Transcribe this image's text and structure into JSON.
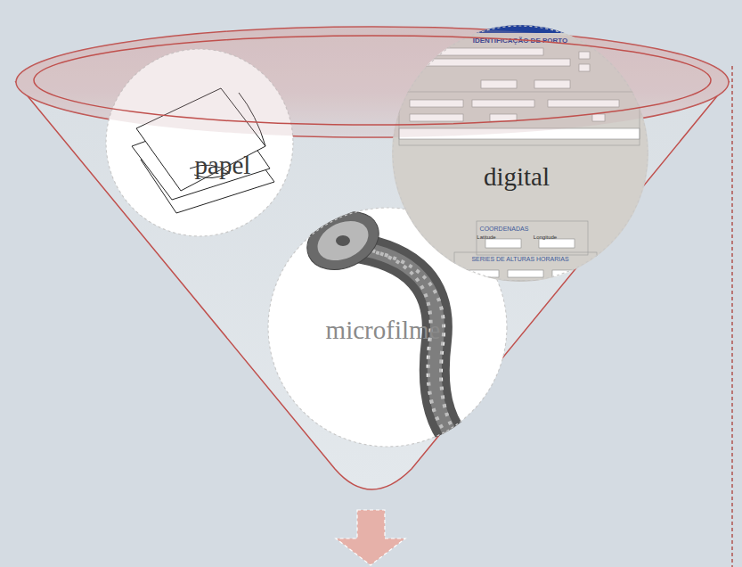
{
  "diagram": {
    "nodes": [
      {
        "text": [
          "papel"
        ]
      },
      {
        "text": [
          "digital"
        ]
      },
      {
        "text": [
          "microfilme"
        ]
      }
    ],
    "labels": [
      "IDENTIFICAÇÃO DE PORTO",
      "COORDENADAS",
      "Latitude",
      "Longitude",
      "SERIES DE ALTURAS HORARIAS"
    ]
  }
}
